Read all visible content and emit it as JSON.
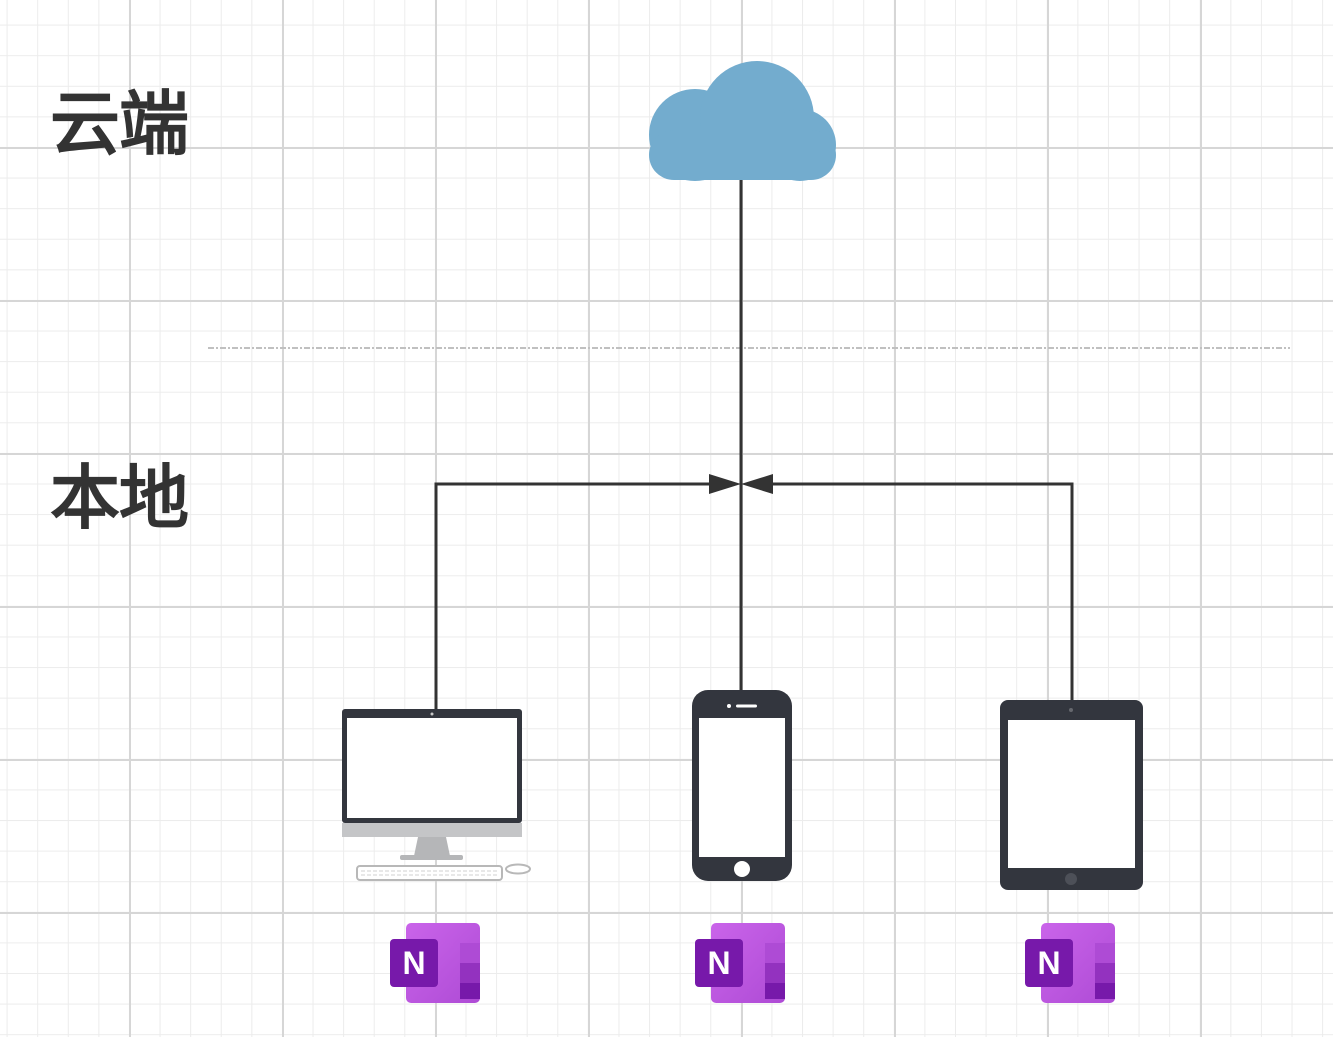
{
  "zones": {
    "cloud_label": "云端",
    "local_label": "本地"
  },
  "colors": {
    "cloud": "#73acce",
    "connector": "#333333",
    "device_body": "#33363e",
    "onenote_dark": "#7719aa",
    "onenote_light": "#ca64ea"
  },
  "nodes": {
    "cloud": {
      "icon": "cloud-icon"
    },
    "devices": [
      {
        "icon": "desktop-computer-icon",
        "app_icon": "onenote-icon",
        "app_letter": "N"
      },
      {
        "icon": "smartphone-icon",
        "app_icon": "onenote-icon",
        "app_letter": "N"
      },
      {
        "icon": "tablet-icon",
        "app_icon": "onenote-icon",
        "app_letter": "N"
      }
    ]
  }
}
